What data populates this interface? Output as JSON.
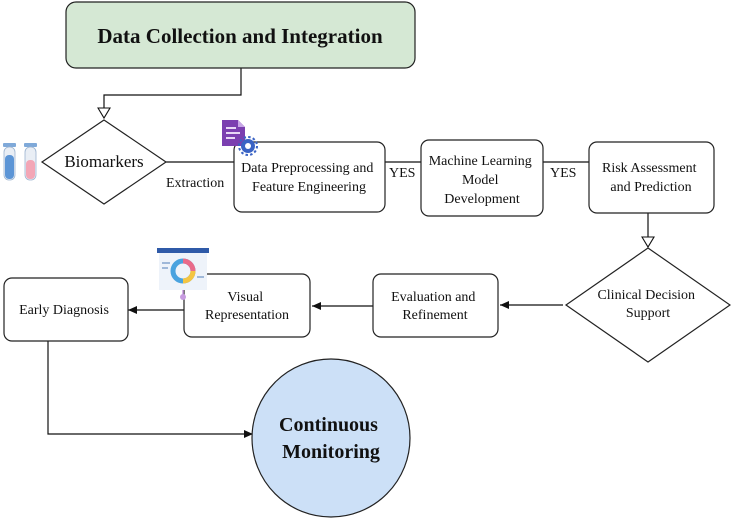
{
  "nodes": {
    "data_collection": "Data Collection and Integration",
    "biomarkers": "Biomarkers",
    "preprocessing": [
      "Data Preprocessing and",
      "Feature Engineering"
    ],
    "ml_model": [
      "Machine Learning",
      "Model",
      "Development"
    ],
    "risk": [
      "Risk Assessment",
      "and Prediction"
    ],
    "clinical": [
      "Clinical Decision",
      "Support"
    ],
    "evaluation": [
      "Evaluation and",
      "Refinement"
    ],
    "visual": [
      "Visual",
      "Representation"
    ],
    "early": "Early Diagnosis",
    "monitoring": [
      "Continuous",
      "Monitoring"
    ]
  },
  "edges": {
    "extraction": "Extraction",
    "yes1": "YES",
    "yes2": "YES"
  },
  "icons": {
    "test_tubes": "test-tubes-icon",
    "data_processing": "document-gear-icon",
    "dashboard": "dashboard-chart-icon"
  },
  "colors": {
    "top_box_fill": "#d5e8d4",
    "monitoring_fill": "#cce0f7",
    "line": "#111111"
  }
}
